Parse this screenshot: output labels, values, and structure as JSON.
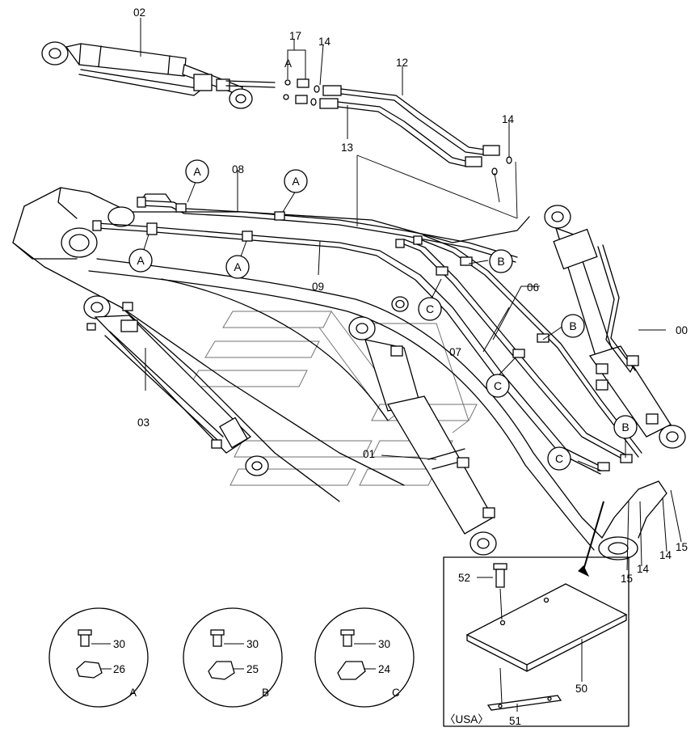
{
  "parts": {
    "p00": "00",
    "p01": "01",
    "p02": "02",
    "p03": "03",
    "p06": "06",
    "p07": "07",
    "p08": "08",
    "p09": "09",
    "p12": "12",
    "p13": "13",
    "p14a": "14",
    "p14b": "14",
    "p14c": "14",
    "p15a": "15",
    "p15b": "15",
    "p17": "17",
    "p24": "24",
    "p25": "25",
    "p26": "26",
    "p30a": "30",
    "p30b": "30",
    "p30c": "30",
    "p50": "50",
    "p51": "51",
    "p52": "52"
  },
  "callouts": {
    "a1": "A",
    "a2": "A",
    "a3": "A",
    "a4": "A",
    "a5": "A",
    "b1": "B",
    "b2": "B",
    "b3": "B",
    "c1": "C",
    "c2": "C",
    "c3": "C"
  },
  "details": {
    "a": "A",
    "b": "B",
    "c": "C"
  },
  "inset": {
    "region": "〈USA〉"
  }
}
